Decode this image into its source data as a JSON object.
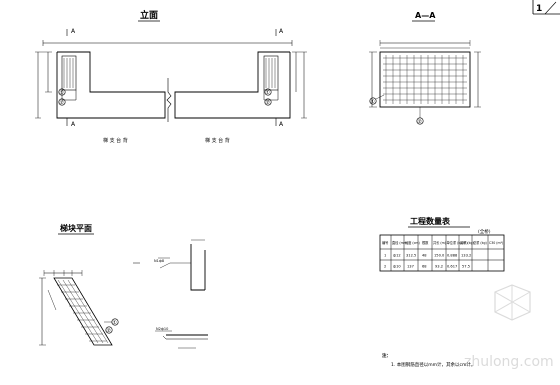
{
  "sheet": {
    "number": "1"
  },
  "elevation": {
    "title": "立面",
    "section_marks": [
      "A",
      "A",
      "A",
      "A"
    ],
    "callouts": [
      "①",
      "②",
      "①",
      "②"
    ],
    "caption_left": "梯 支 台 背",
    "caption_right": "梯 支 台 背"
  },
  "section_aa": {
    "title": "A—A",
    "callouts": [
      "①",
      "②"
    ]
  },
  "plan": {
    "title": "梯块平面",
    "callouts": [
      "①",
      "②"
    ]
  },
  "bar_detail": {
    "labels": [
      "N1ф8",
      "N2ф10"
    ]
  },
  "quantity_table": {
    "title": "工程数量表",
    "unit_note": "(全桥)",
    "headers": [
      "编号",
      "直径 (mm)",
      "长度 (cm)",
      "根数",
      "共长 (m)",
      "单位重 (kg/m)",
      "共重 (kg)",
      "总重 (kg)",
      "C30 (m³)"
    ],
    "rows": [
      [
        "1",
        "ф12",
        "312.5",
        "48",
        "150.0",
        "0.888",
        "133.2",
        "",
        ""
      ],
      [
        "2",
        "ф10",
        "137",
        "68",
        "93.2",
        "0.617",
        "57.5",
        "",
        ""
      ]
    ]
  },
  "notes": {
    "label": "注：",
    "line1": "1. 本图钢筋直径以mm计，其余以cm计。"
  },
  "watermark": "zhulong.com"
}
